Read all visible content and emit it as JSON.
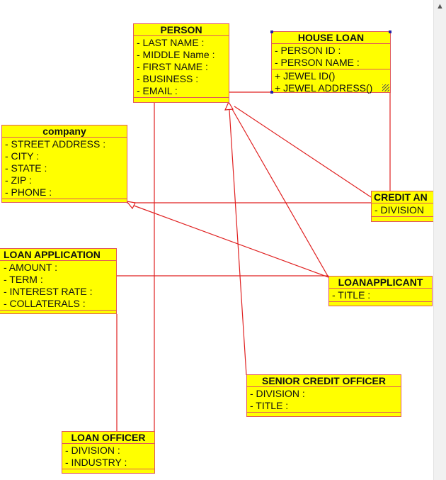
{
  "diagram": {
    "classes": {
      "person": {
        "name": "PERSON",
        "attributes": [
          "- LAST NAME :",
          "- MIDDLE Name :",
          "- FIRST NAME :",
          "- BUSINESS :",
          "- EMAIL :"
        ]
      },
      "house_loan": {
        "name": "HOUSE LOAN",
        "attributes": [
          "- PERSON ID :",
          "- PERSON NAME :"
        ],
        "operations": [
          "+ JEWEL ID()",
          "+ JEWEL ADDRESS()"
        ]
      },
      "company": {
        "name": "company",
        "attributes": [
          "- STREET ADDRESS :",
          "- CITY :",
          "- STATE :",
          "- ZIP :",
          "- PHONE :"
        ]
      },
      "credit_analyst": {
        "name": "CREDIT AN",
        "attributes": [
          "- DIVISION"
        ]
      },
      "loan_application": {
        "name": "LOAN APPLICATION",
        "attributes": [
          "- AMOUNT :",
          "- TERM :",
          "- INTEREST RATE :",
          "- COLLATERALS :"
        ]
      },
      "loan_applicant": {
        "name": "LOANAPPLICANT",
        "attributes": [
          "- TITLE :"
        ]
      },
      "senior_credit_officer": {
        "name": "SENIOR CREDIT OFFICER",
        "attributes": [
          "- DIVISION :",
          "- TITLE :"
        ]
      },
      "loan_officer": {
        "name": "LOAN OFFICER",
        "attributes": [
          "- DIVISION :",
          "- INDUSTRY :"
        ]
      }
    },
    "colors": {
      "class_fill": "#ffff00",
      "class_border": "#e05a5a",
      "connector": "#e02020",
      "selection_handle": "#2222aa"
    },
    "scrollbar": {
      "up_arrow_icon": "triangle-up-icon"
    }
  }
}
